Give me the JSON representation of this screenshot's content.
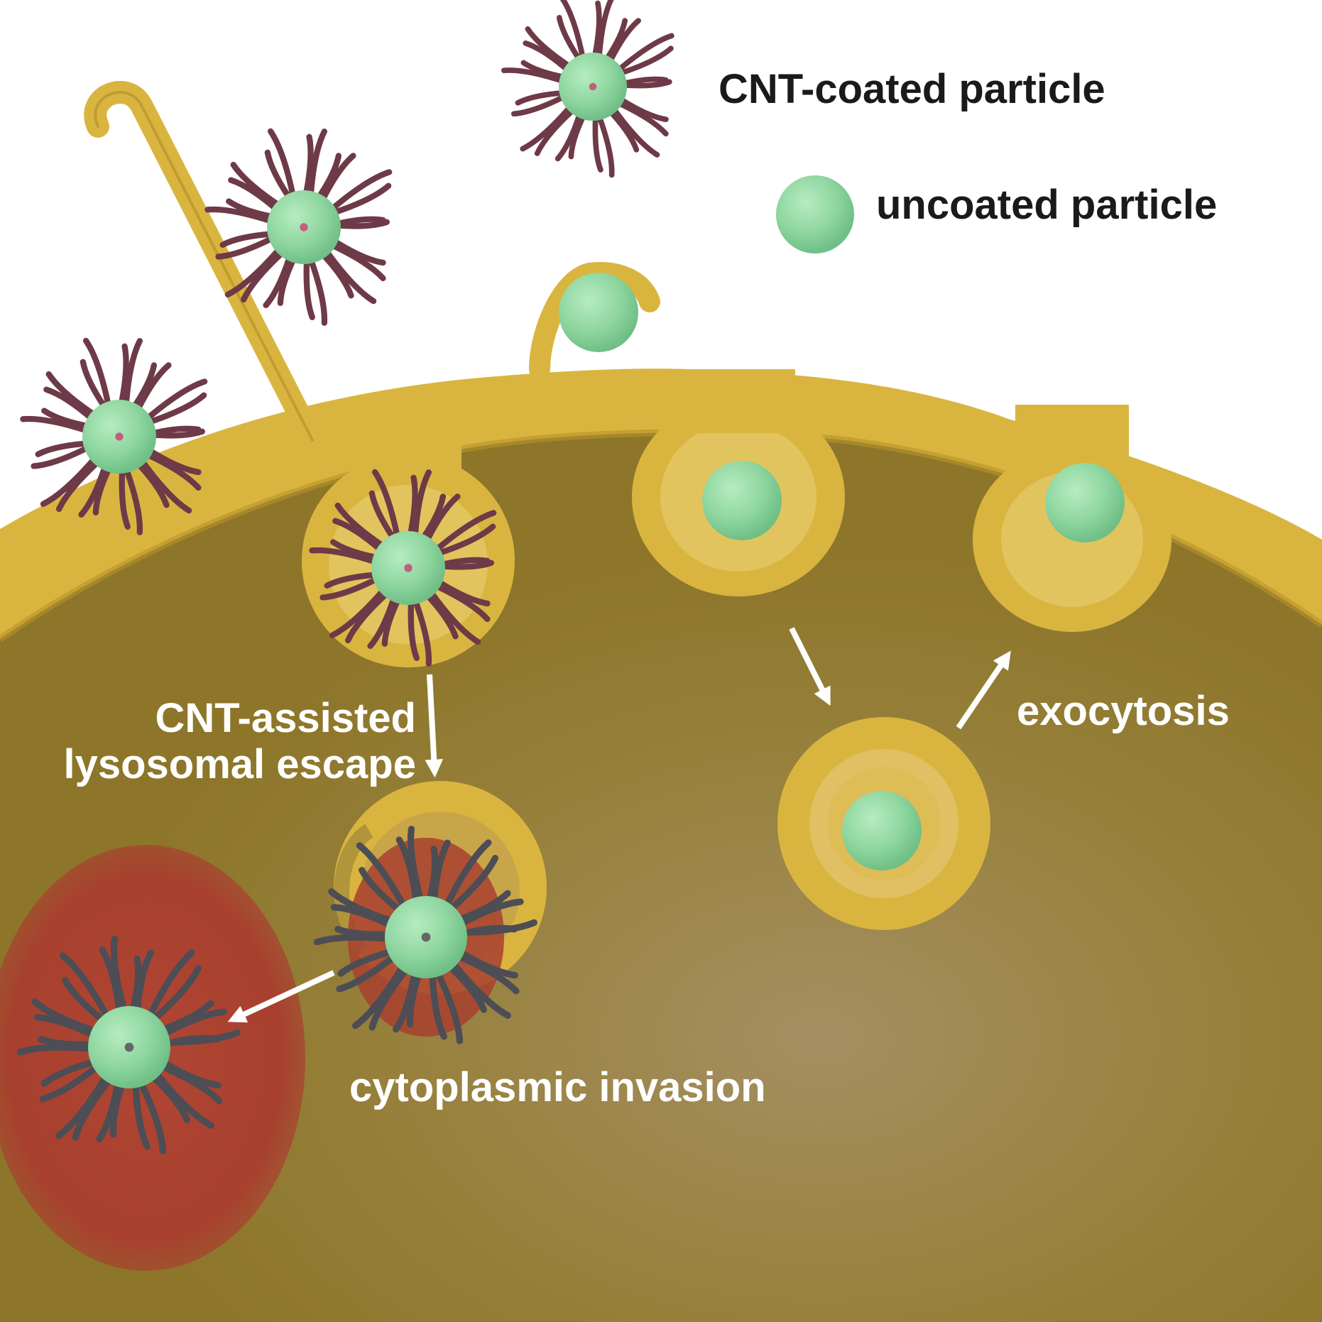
{
  "legend": {
    "coated_label": "CNT-coated particle",
    "uncoated_label": "uncoated particle"
  },
  "labels": {
    "escape_line1": "CNT-assisted",
    "escape_line2": "lysosomal escape",
    "exocytosis": "exocytosis",
    "invasion": "cytoplasmic invasion"
  },
  "colors": {
    "membrane": "#d9b540",
    "membrane_dark": "#b8922a",
    "cytoplasm": "#92782c",
    "cytoplasm_light": "#a08a55",
    "particle": "#8ed6a0",
    "cnt_outside": "#6e3a47",
    "cnt_inside": "#4d4d55",
    "nucleus_region": "#a8402f",
    "text_dark": "#1a1a1a",
    "text_light": "#ffffff"
  }
}
